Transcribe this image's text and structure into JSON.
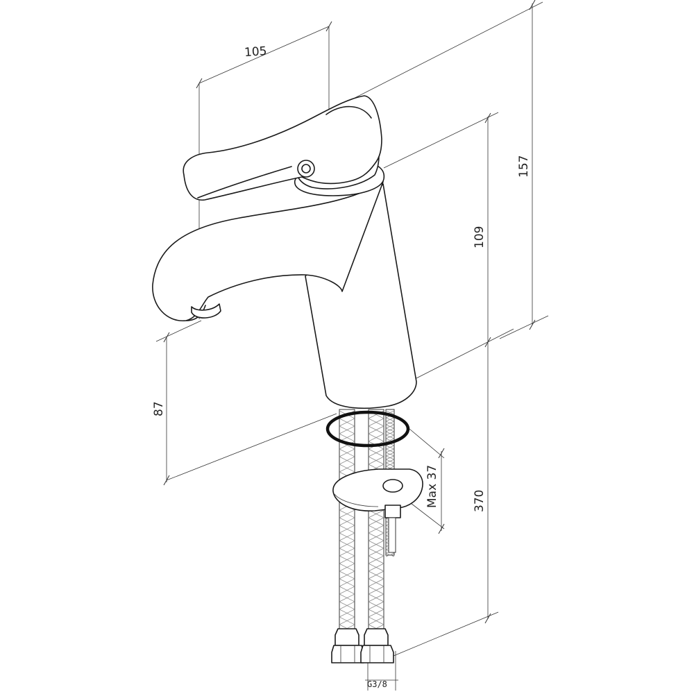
{
  "colors": {
    "line": "#1a1a1a",
    "dimension_line": "#333333",
    "background": "#ffffff"
  },
  "dimensions": {
    "spout_reach": "105",
    "total_height": "157",
    "body_height": "109",
    "spout_height": "87",
    "hose_length": "370",
    "max_deck_thickness": "Max 37",
    "thread": "G3/8"
  }
}
